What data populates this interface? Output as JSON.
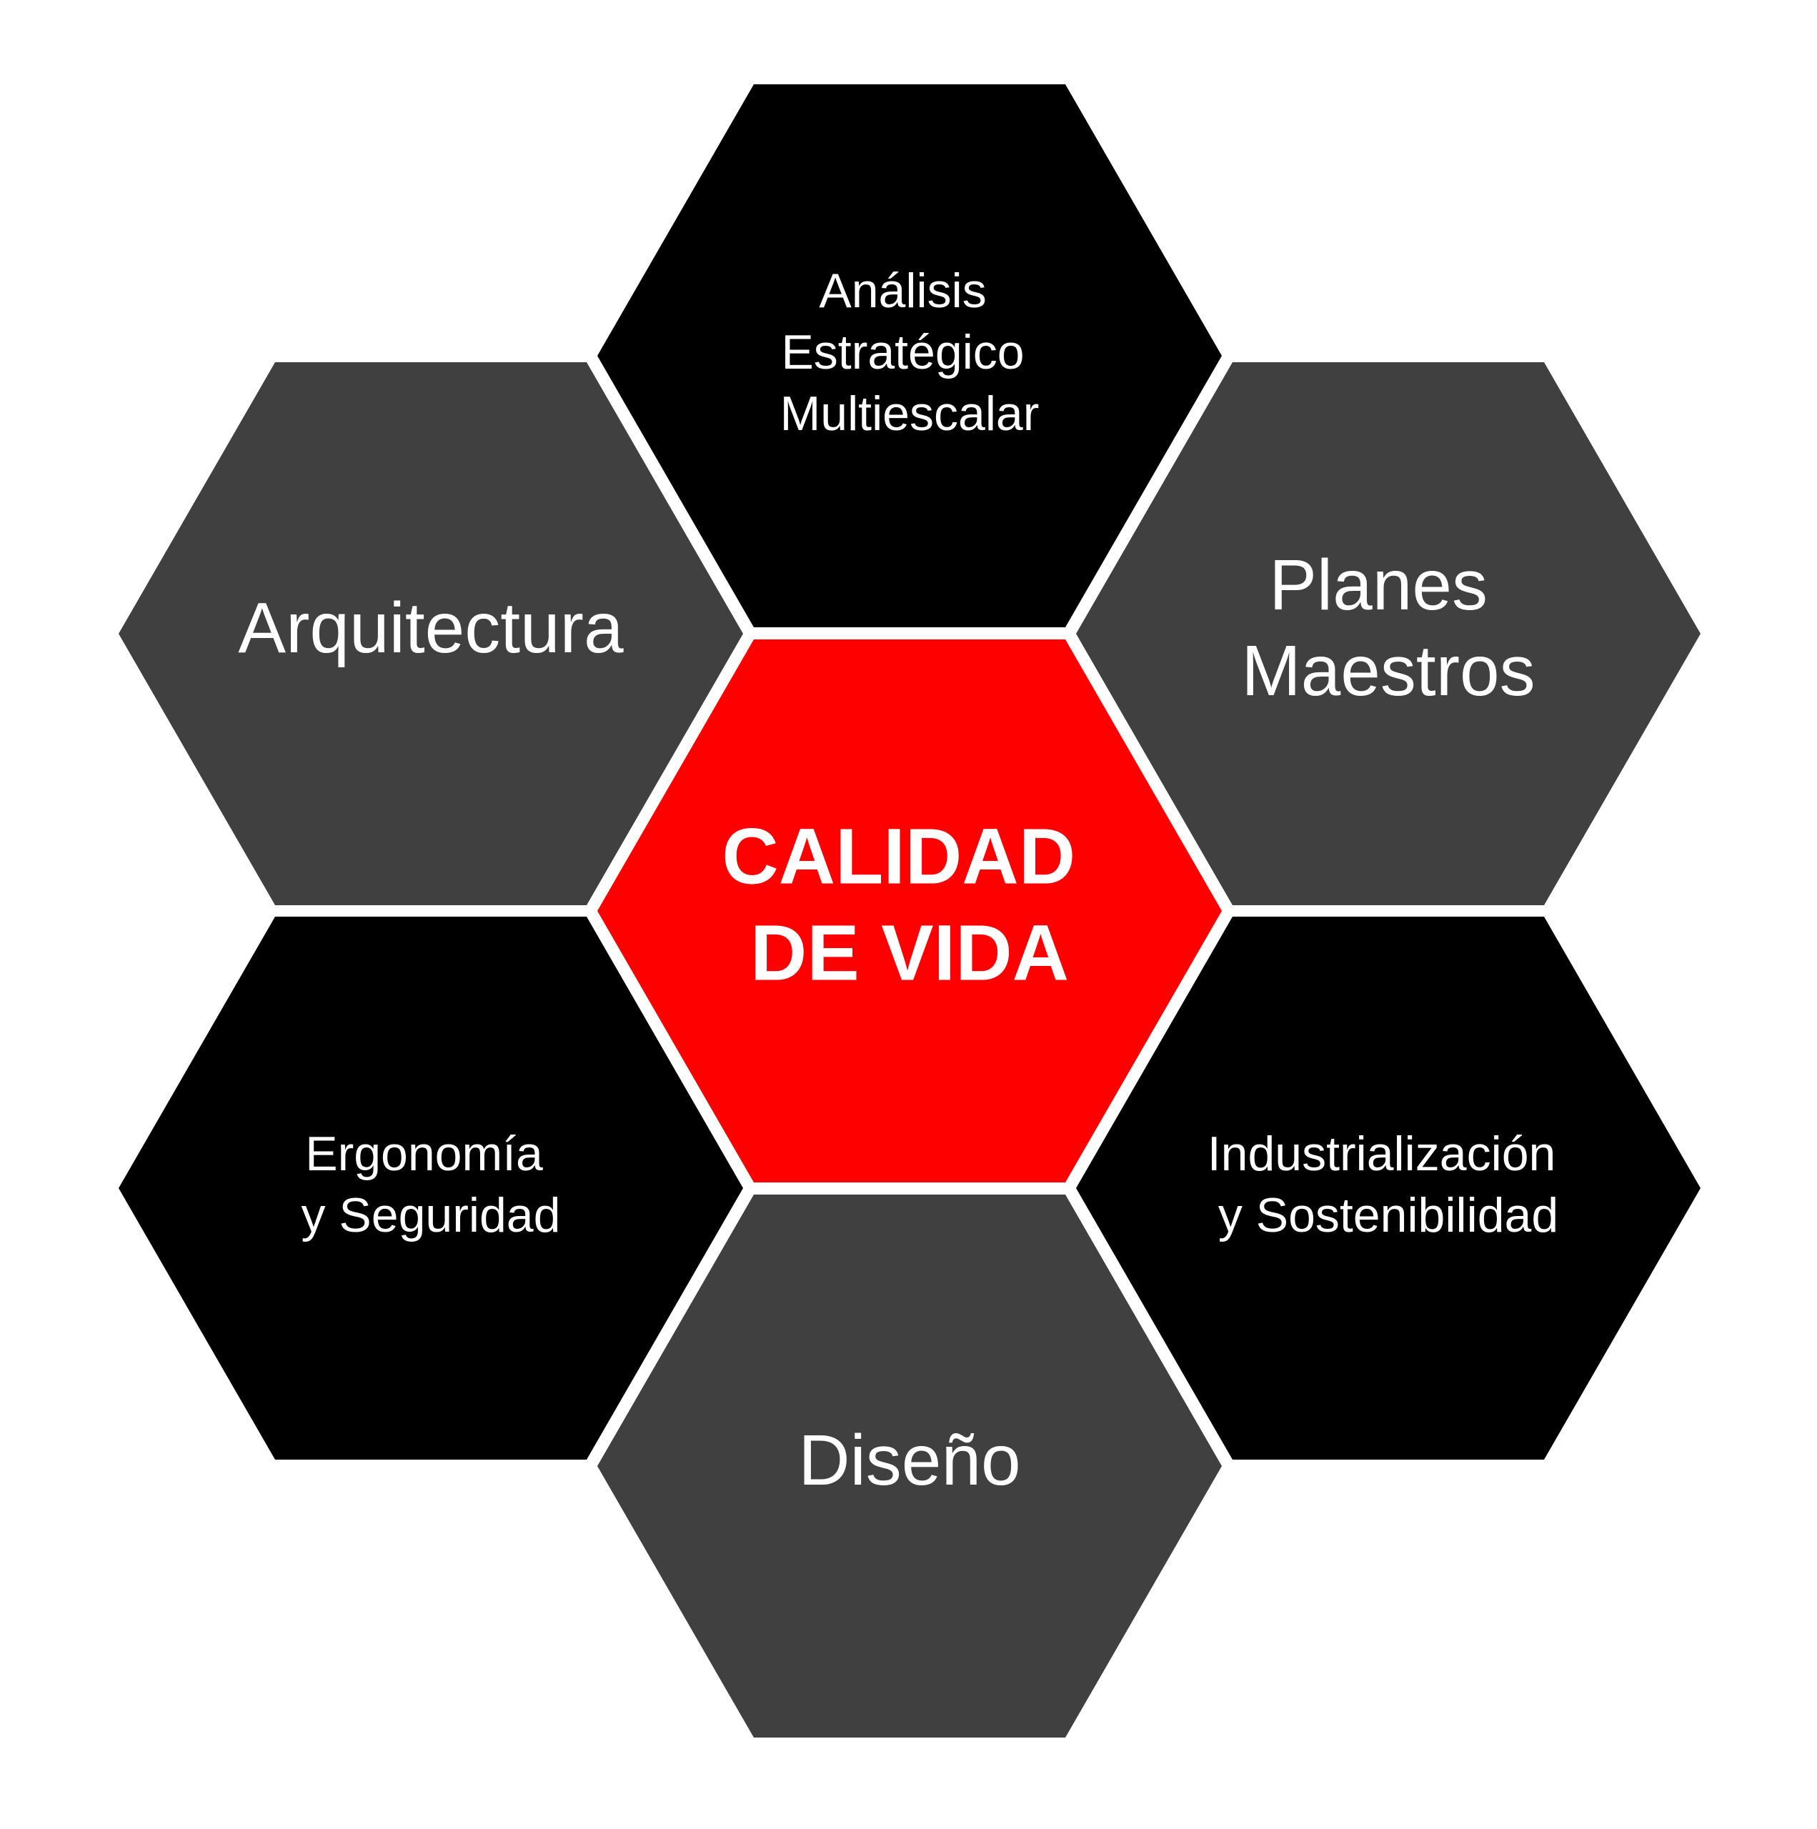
{
  "colors": {
    "center": "#ff0000",
    "black": "#000000",
    "dark_gray": "#404040",
    "text": "#ffffff",
    "background": "#ffffff"
  },
  "center": {
    "lines": [
      "CALIDAD",
      "DE VIDA"
    ],
    "fill": "center"
  },
  "hexagons": [
    {
      "id": "top",
      "lines": [
        "Análisis",
        "Estratégico",
        "Multiescalar"
      ],
      "fill": "black"
    },
    {
      "id": "upper-right",
      "lines": [
        "Planes",
        "Maestros"
      ],
      "fill": "dark_gray"
    },
    {
      "id": "lower-right",
      "lines": [
        "Industrialización",
        "y Sostenibilidad"
      ],
      "fill": "black"
    },
    {
      "id": "bottom",
      "lines": [
        "Diseño"
      ],
      "fill": "dark_gray"
    },
    {
      "id": "lower-left",
      "lines": [
        "Ergonomía",
        "y Seguridad"
      ],
      "fill": "black"
    },
    {
      "id": "upper-left",
      "lines": [
        "Arquitectura"
      ],
      "fill": "dark_gray"
    }
  ]
}
